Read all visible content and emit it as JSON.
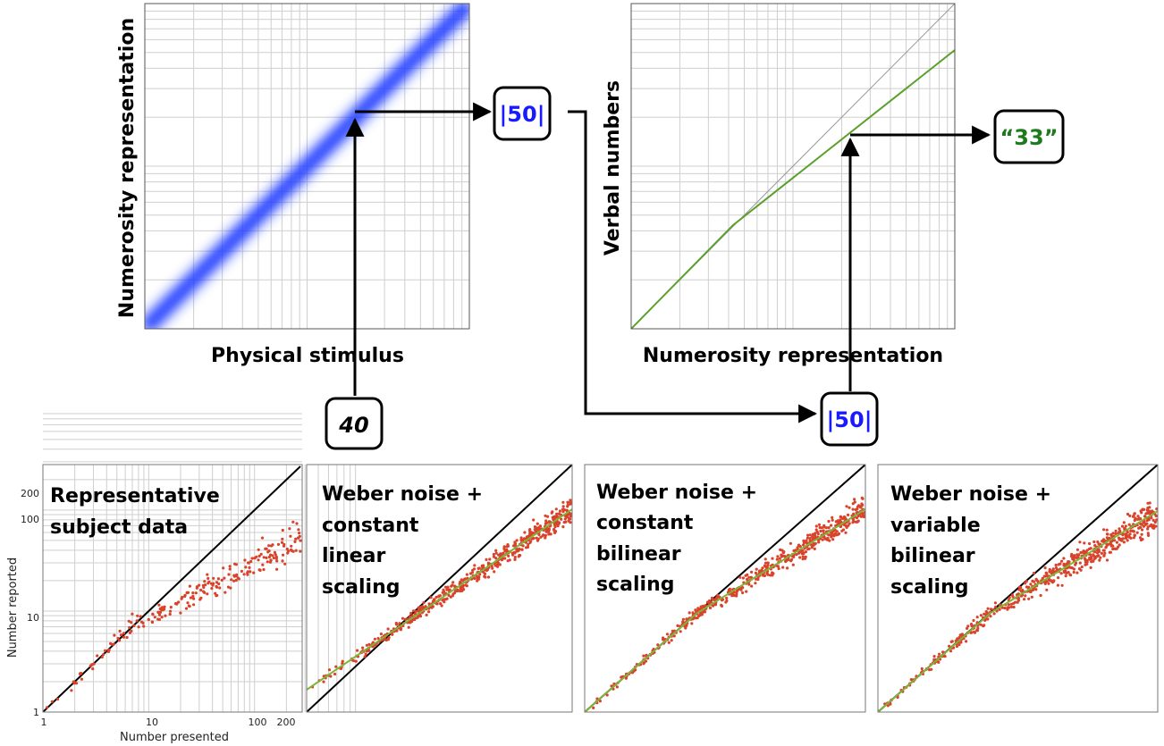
{
  "top_left": {
    "xlabel": "Physical stimulus",
    "ylabel": "Numerosity representation",
    "input_value": "40",
    "output_value": "|50|",
    "band_color": "#1f3bff"
  },
  "top_right": {
    "xlabel": "Numerosity representation",
    "ylabel": "Verbal numbers",
    "input_value": "|50|",
    "output_value": "“33”",
    "line_color": "#5aa02c"
  },
  "colors": {
    "representation_blue": "#1a1aff",
    "verbal_green": "#1f7a1f",
    "point_red": "#d9432b",
    "fit_green": "#7fb33a"
  },
  "bottom": {
    "subject_panel": {
      "title_lines": [
        "Representative",
        "subject data"
      ],
      "xlabel": "Number presented",
      "ylabel": "Number reported",
      "xticks": [
        "1",
        "10",
        "100",
        "200"
      ],
      "yticks": [
        "1",
        "10",
        "100",
        "200"
      ]
    },
    "models": [
      {
        "title_lines": [
          "Weber noise +",
          "constant",
          "linear",
          "scaling"
        ]
      },
      {
        "title_lines": [
          "Weber noise +",
          "constant",
          "bilinear",
          "scaling"
        ]
      },
      {
        "title_lines": [
          "Weber noise +",
          "variable",
          "bilinear",
          "scaling"
        ]
      }
    ]
  }
}
